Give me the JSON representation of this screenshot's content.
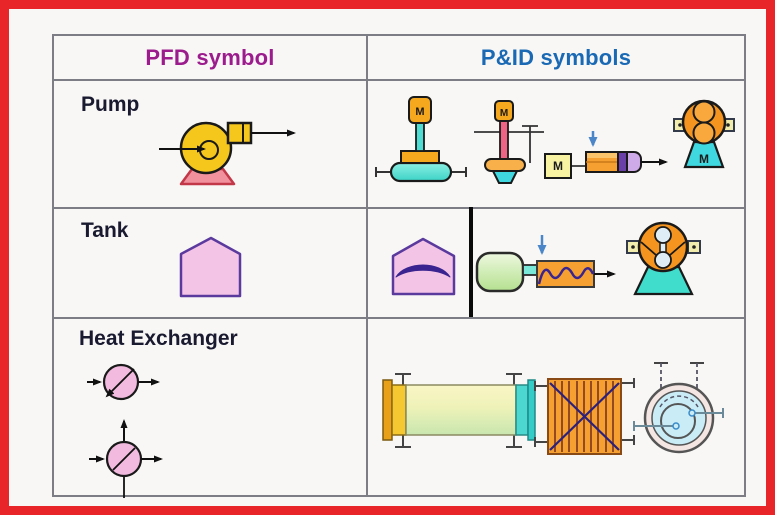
{
  "frame": {
    "border_color": "#e8262a",
    "background": "#f8f7f5",
    "grid_color": "#7d7d86"
  },
  "header": {
    "pfd_label": "PFD symbol",
    "pid_label": "P&ID symbols",
    "pfd_color": "#9c1b8d",
    "pid_color": "#1a69b5"
  },
  "rows": {
    "pump": {
      "label": "Pump"
    },
    "tank": {
      "label": "Tank"
    },
    "heat_exchanger": {
      "label": "Heat Exchanger"
    }
  },
  "symbols": {
    "motor_label": "M",
    "pfd": {
      "pump": "centrifugal-pump",
      "tank": "pentagon-tank",
      "heat_exchanger": [
        "circle-diagonal-exchanger",
        "circle-cross-flow-exchanger"
      ]
    },
    "pid": {
      "pump": [
        "inline-pump-with-motor",
        "vertical-pump-with-motor",
        "motor-driven-screw-pump",
        "gear-pump-with-motor"
      ],
      "tank": [
        "pentagon-tank-with-level",
        "horizontal-vessel-with-screw-conveyor",
        "rotary-lobe-pump"
      ],
      "heat_exchanger": [
        "shell-and-tube-exchanger",
        "plate-exchanger",
        "spiral-exchanger"
      ]
    }
  },
  "accent_colors": {
    "arrow_blue": "#4a86c8",
    "pump_yellow": "#f5c61c",
    "orange": "#f5a030",
    "teal": "#4fdcd2",
    "pink": "#f4c4e6",
    "green_vessel": "#cdeab2",
    "wave_purple": "#3a2590",
    "base_red": "#f2919e"
  }
}
